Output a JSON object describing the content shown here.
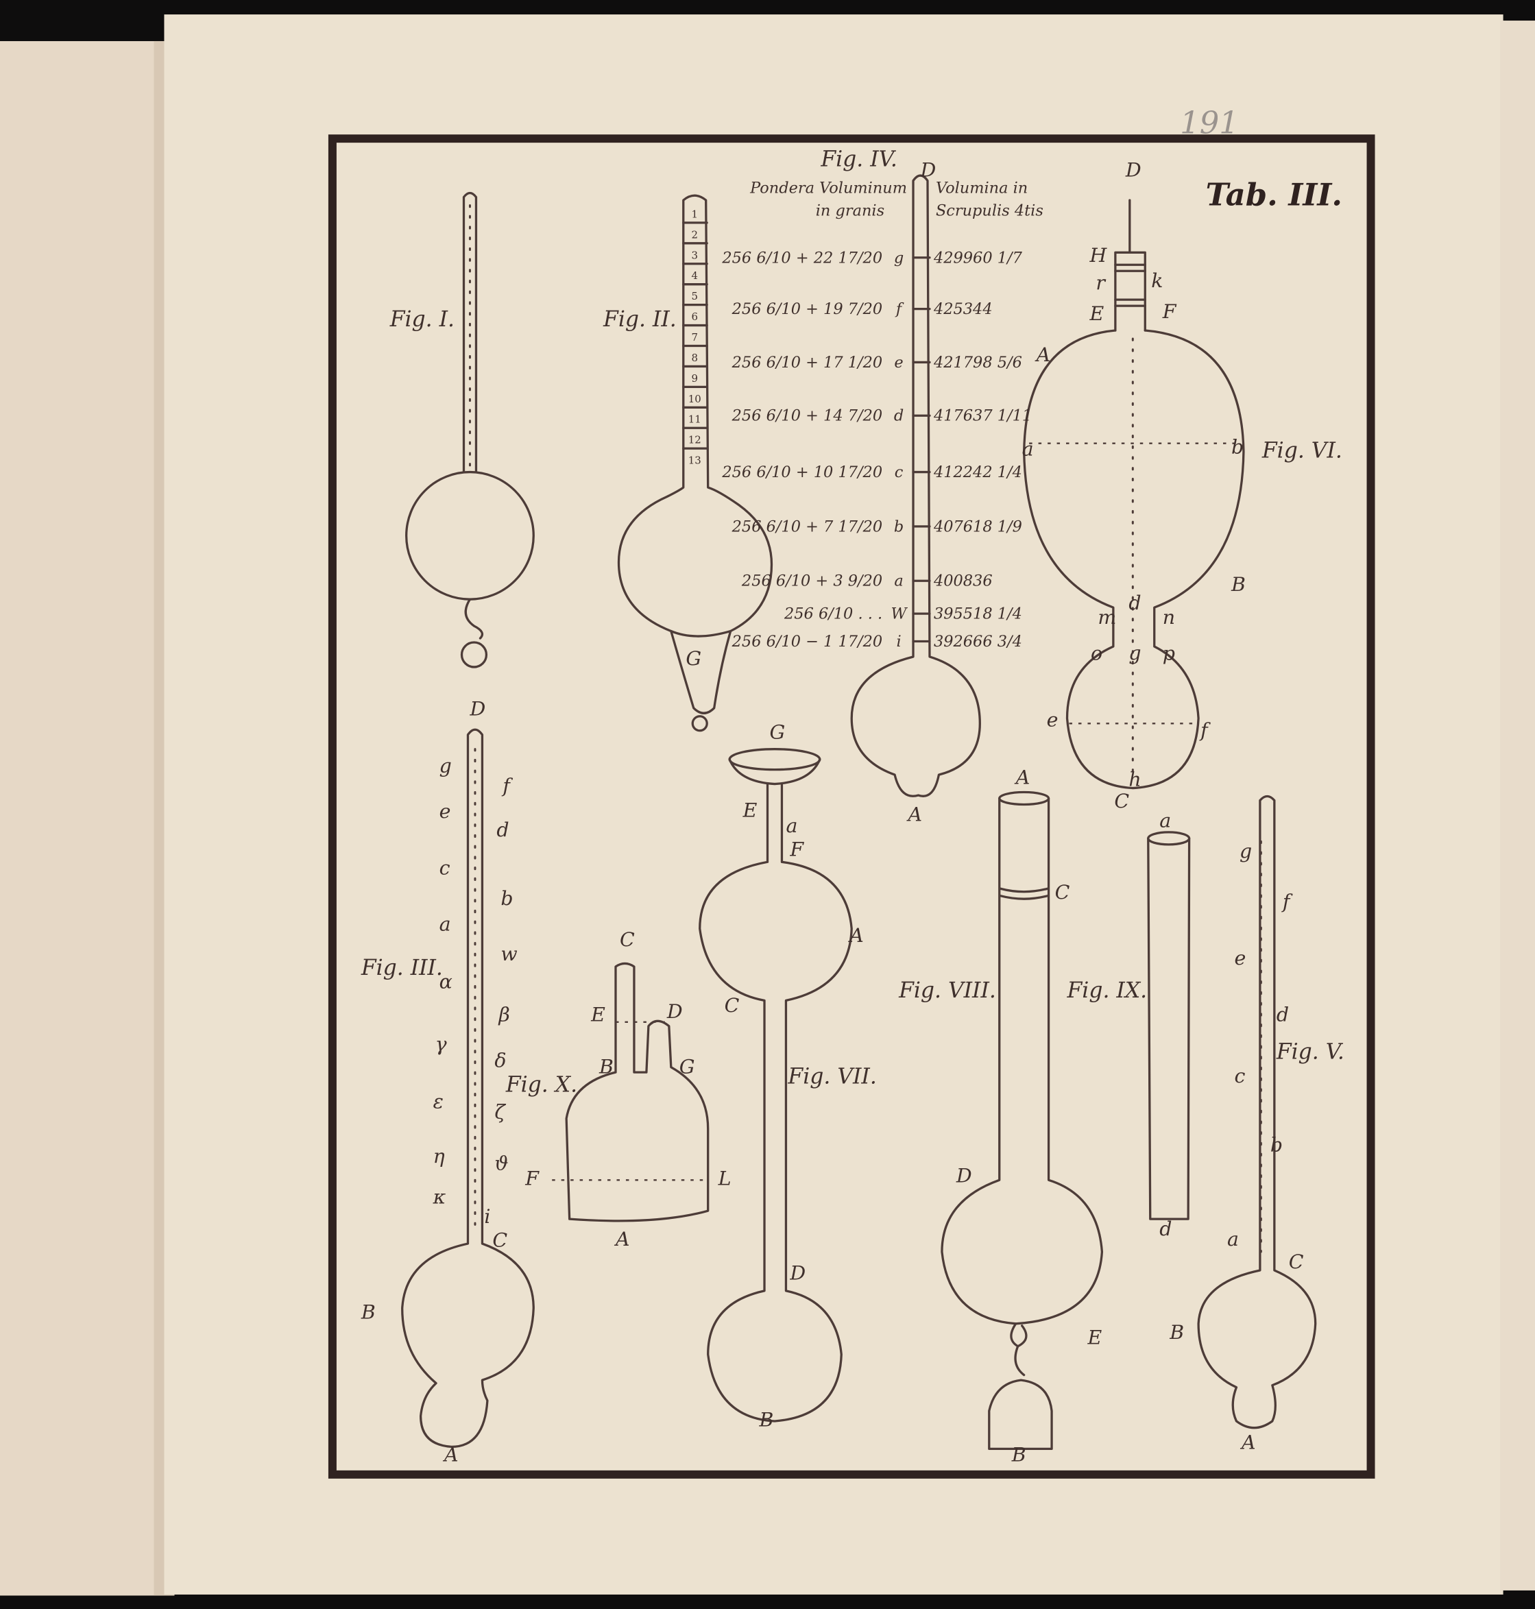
{
  "page_number": "191",
  "plate_title": "Tab. III.",
  "figures": [
    {
      "caption": "Fig. I.",
      "labels": []
    },
    {
      "caption": "Fig. II.",
      "labels": [
        "1",
        "2",
        "3",
        "4",
        "5",
        "6",
        "7",
        "8",
        "9",
        "10",
        "11",
        "12",
        "13",
        "G"
      ]
    },
    {
      "caption": "Fig. IV.",
      "labels": [
        "D",
        "A"
      ]
    },
    {
      "caption": "Fig. VI.",
      "labels": [
        "D",
        "H",
        "r",
        "k",
        "E",
        "F",
        "A",
        "a",
        "b",
        "B",
        "d",
        "m",
        "n",
        "o",
        "g",
        "p",
        "e",
        "f",
        "h",
        "C"
      ]
    },
    {
      "caption": "Fig. III.",
      "labels": [
        "D",
        "g",
        "e",
        "c",
        "a",
        "α",
        "γ",
        "ε",
        "η",
        "κ",
        "f",
        "d",
        "b",
        "w",
        "β",
        "δ",
        "ζ",
        "ϑ",
        "i",
        "C",
        "B",
        "A"
      ]
    },
    {
      "caption": "Fig. X.",
      "labels": [
        "C",
        "E",
        "D",
        "B",
        "G",
        "F",
        "L",
        "A"
      ]
    },
    {
      "caption": "Fig. VII.",
      "labels": [
        "G",
        "E",
        "a",
        "F",
        "A",
        "C",
        "D",
        "B"
      ]
    },
    {
      "caption": "Fig. VIII.",
      "labels": [
        "A",
        "C",
        "D",
        "E",
        "B"
      ]
    },
    {
      "caption": "Fig. IX.",
      "labels": [
        "a",
        "d"
      ]
    },
    {
      "caption": "Fig. V.",
      "labels": [
        "g",
        "f",
        "e",
        "d",
        "c",
        "b",
        "a",
        "C",
        "B",
        "A"
      ]
    }
  ],
  "table": {
    "left_header": [
      "Pondera Voluminum",
      "in granis"
    ],
    "right_header": [
      "Volumina in",
      "Scrupulis 4tis"
    ],
    "rows": [
      {
        "weight": "256 6/10 + 22 17/20",
        "mark": "g",
        "volume": "429960 1/7"
      },
      {
        "weight": "256 6/10 + 19 7/20",
        "mark": "f",
        "volume": "425344"
      },
      {
        "weight": "256 6/10 + 17 1/20",
        "mark": "e",
        "volume": "421798 5/6"
      },
      {
        "weight": "256 6/10 + 14 7/20",
        "mark": "d",
        "volume": "417637 1/11"
      },
      {
        "weight": "256 6/10 + 10 17/20",
        "mark": "c",
        "volume": "412242 1/4"
      },
      {
        "weight": "256 6/10 + 7 17/20",
        "mark": "b",
        "volume": "407618 1/9"
      },
      {
        "weight": "256 6/10 + 3 9/20",
        "mark": "a",
        "volume": "400836"
      },
      {
        "weight": "256 6/10 . . .",
        "mark": "W",
        "volume": "395518 1/4"
      },
      {
        "weight": "256 6/10 − 1 17/20",
        "mark": "i",
        "volume": "392666 3/4"
      }
    ]
  },
  "colors": {
    "paper": "#ece2d0",
    "ink": "#4d3c38",
    "frame": "#2f2220"
  }
}
